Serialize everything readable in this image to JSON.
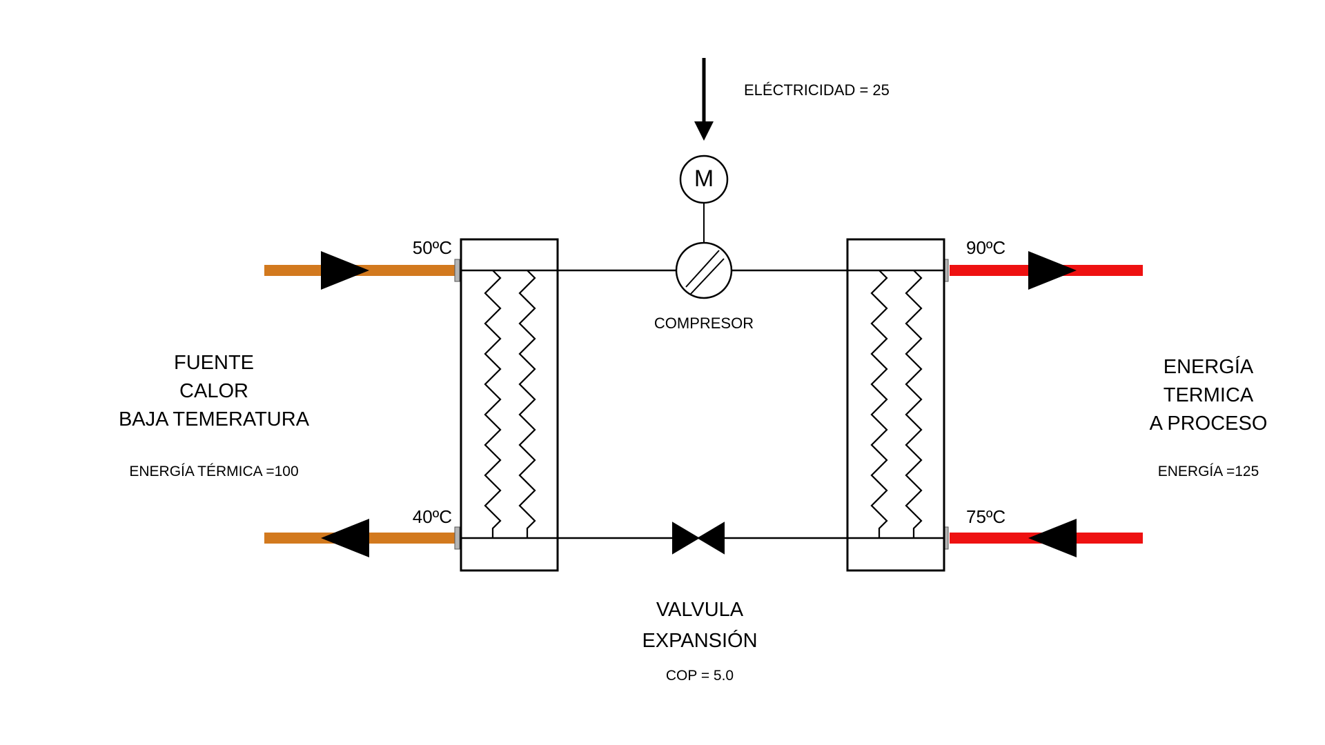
{
  "electricity": {
    "label": "ELÉCTRICIDAD = 25"
  },
  "motor": {
    "label": "M"
  },
  "compressor": {
    "label": "COMPRESOR"
  },
  "expansion_valve": {
    "title_lines": [
      "VALVULA",
      "EXPANSIÓN"
    ],
    "cop": "COP = 5.0"
  },
  "source": {
    "title_lines": [
      "FUENTE",
      "CALOR",
      "BAJA TEMERATURA"
    ],
    "energy": "ENERGÍA TÉRMICA =100",
    "supply_temp": "50ºC",
    "return_temp": "40ºC"
  },
  "process": {
    "title_lines": [
      "ENERGÍA",
      "TERMICA",
      "A PROCESO"
    ],
    "energy": "ENERGÍA =125",
    "supply_temp": "90ºC",
    "return_temp": "75ºC"
  },
  "colors": {
    "source_pipe": "#d2791e",
    "process_pipe": "#ee1111",
    "line": "#000000"
  }
}
